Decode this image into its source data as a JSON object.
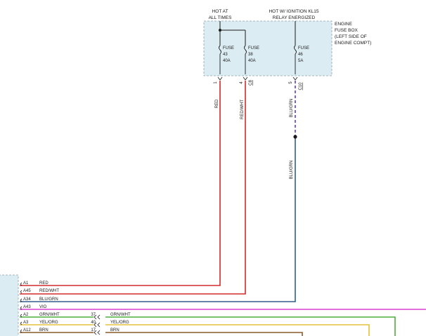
{
  "header": {
    "hot_at_line1": "HOT AT",
    "hot_at_line2": "ALL TIMES",
    "hot_ign_line1": "HOT W/ IGNITION KL15",
    "hot_ign_line2": "RELAY ENERGIZED"
  },
  "fuse_box": {
    "label_lines": [
      "ENGINE",
      "FUSE BOX",
      "(LEFT SIDE OF",
      "ENGINE COMPT)"
    ],
    "fuses": [
      {
        "word": "FUSE",
        "number": "43",
        "rating": "40A"
      },
      {
        "word": "FUSE",
        "number": "38",
        "rating": "40A"
      },
      {
        "word": "FUSE",
        "number": "46",
        "rating": "5A"
      }
    ],
    "connectors": [
      {
        "pin": "1",
        "name": ""
      },
      {
        "pin": "4",
        "name": "C8"
      },
      {
        "pin": "5",
        "name": "C10"
      }
    ]
  },
  "vertical_wires": [
    {
      "label": "RED",
      "color": "#d42a2a"
    },
    {
      "label": "RED/WHT",
      "color": "#d42a2a"
    },
    {
      "label": "BLU/GRN",
      "color": "#2d5f8a"
    },
    {
      "label": "BLU/GRN",
      "color": "#2d5f8a"
    }
  ],
  "connector_pins": [
    {
      "pin": "A1",
      "wire": "RED",
      "color": "#d42a2a"
    },
    {
      "pin": "A45",
      "wire": "RED/WHT",
      "color": "#d42a2a"
    },
    {
      "pin": "A34",
      "wire": "BLU/GRN",
      "color": "#2d5f8a"
    },
    {
      "pin": "A43",
      "wire": "VIO",
      "color": "#d93bd0"
    },
    {
      "pin": "A2",
      "wire": "GRN/WHT",
      "color": "#4caf3c",
      "splice": "37",
      "out": "GRN/WHT"
    },
    {
      "pin": "A3",
      "wire": "YEL/ORG",
      "color": "#e5c13a",
      "splice": "40",
      "out": "YEL/ORG"
    },
    {
      "pin": "A12",
      "wire": "BRN",
      "color": "#8b5a2b",
      "splice": "17",
      "out": "BRN"
    }
  ]
}
